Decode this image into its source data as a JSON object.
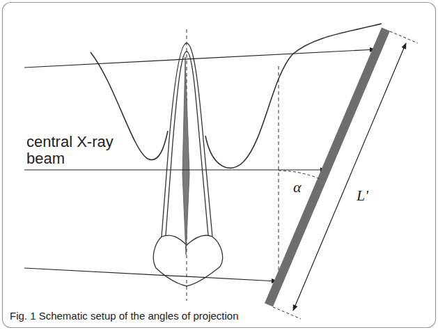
{
  "diagram": {
    "caption": "Fig. 1 Schematic setup of the angles of projection",
    "labels": [
      "central X-ray beam",
      "α",
      "L'"
    ]
  }
}
